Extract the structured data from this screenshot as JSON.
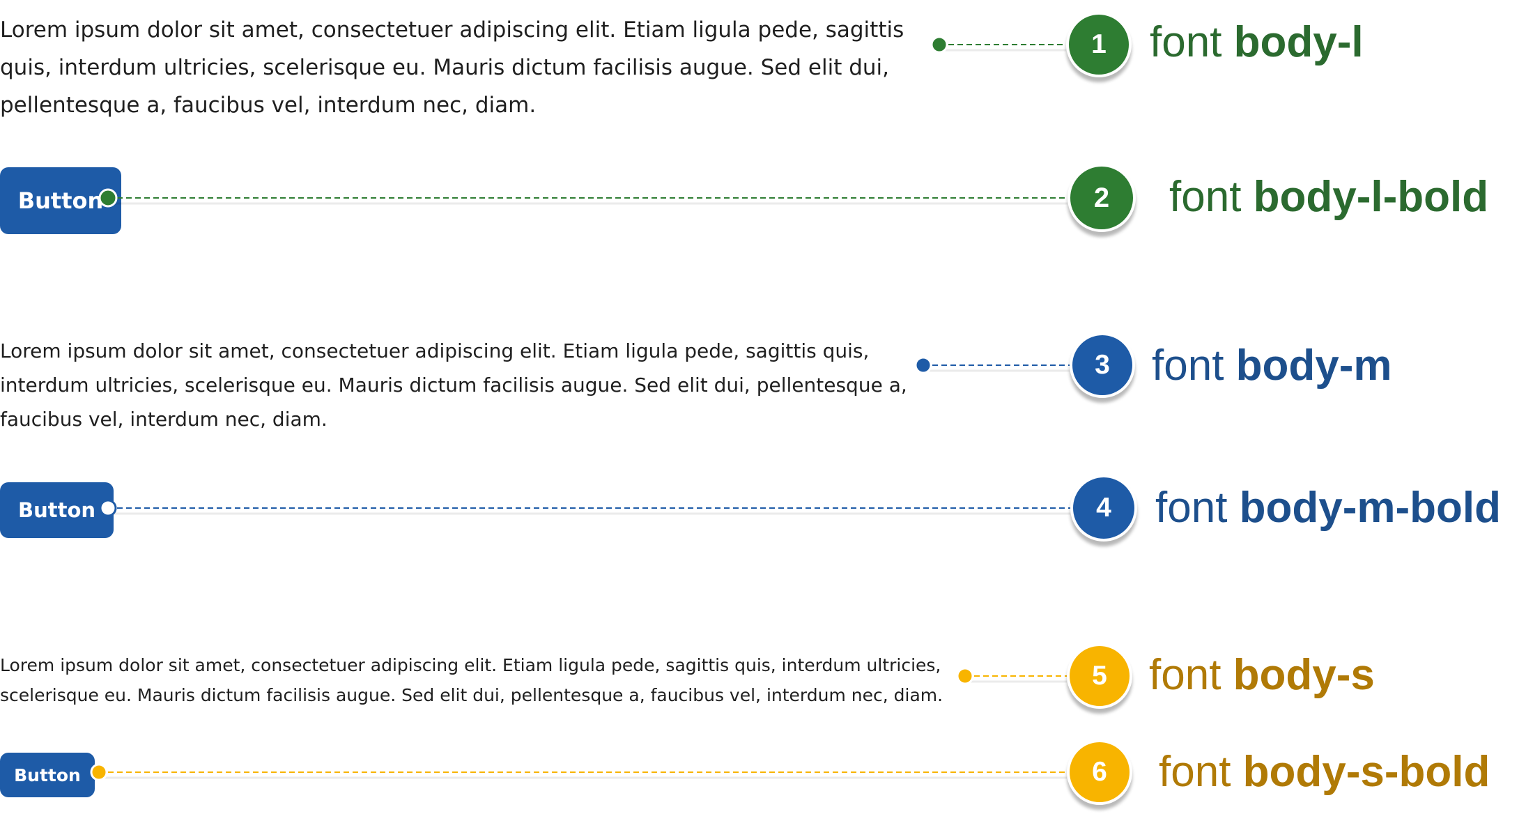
{
  "colors": {
    "green": "#2e7d32",
    "green_label": "#2b6a2f",
    "blue": "#1e5ba7",
    "blue_label": "#1d4f8c",
    "amber": "#f8b400",
    "amber_label": "#b07a06",
    "button_bg": "#1e5ba7"
  },
  "rows": [
    {
      "kind": "paragraph",
      "text": "Lorem ipsum dolor sit amet, consectetuer adipiscing elit. Etiam ligula pede, sagittis quis, interdum ultricies, scelerisque eu. Mauris dictum facilisis augue. Sed elit dui, pellentesque a, faucibus vel, interdum nec, diam.",
      "number": "1",
      "label_prefix": "font",
      "label_name": "body-l"
    },
    {
      "kind": "button",
      "text": "Button",
      "number": "2",
      "label_prefix": "font",
      "label_name": "body-l-bold"
    },
    {
      "kind": "paragraph",
      "text": "Lorem ipsum dolor sit amet, consectetuer adipiscing elit. Etiam ligula pede, sagittis quis, interdum ultricies, scelerisque eu. Mauris dictum facilisis augue. Sed elit dui, pellentesque a, faucibus vel, interdum nec, diam.",
      "number": "3",
      "label_prefix": "font",
      "label_name": "body-m"
    },
    {
      "kind": "button",
      "text": "Button",
      "number": "4",
      "label_prefix": "font",
      "label_name": "body-m-bold"
    },
    {
      "kind": "paragraph",
      "text": "Lorem ipsum dolor sit amet, consectetuer adipiscing elit. Etiam ligula pede, sagittis quis, interdum ultricies, scelerisque eu. Mauris dictum facilisis augue. Sed elit dui, pellentesque a, faucibus vel, interdum nec, diam.",
      "number": "5",
      "label_prefix": "font",
      "label_name": "body-s"
    },
    {
      "kind": "button",
      "text": "Button",
      "number": "6",
      "label_prefix": "font",
      "label_name": "body-s-bold"
    }
  ]
}
